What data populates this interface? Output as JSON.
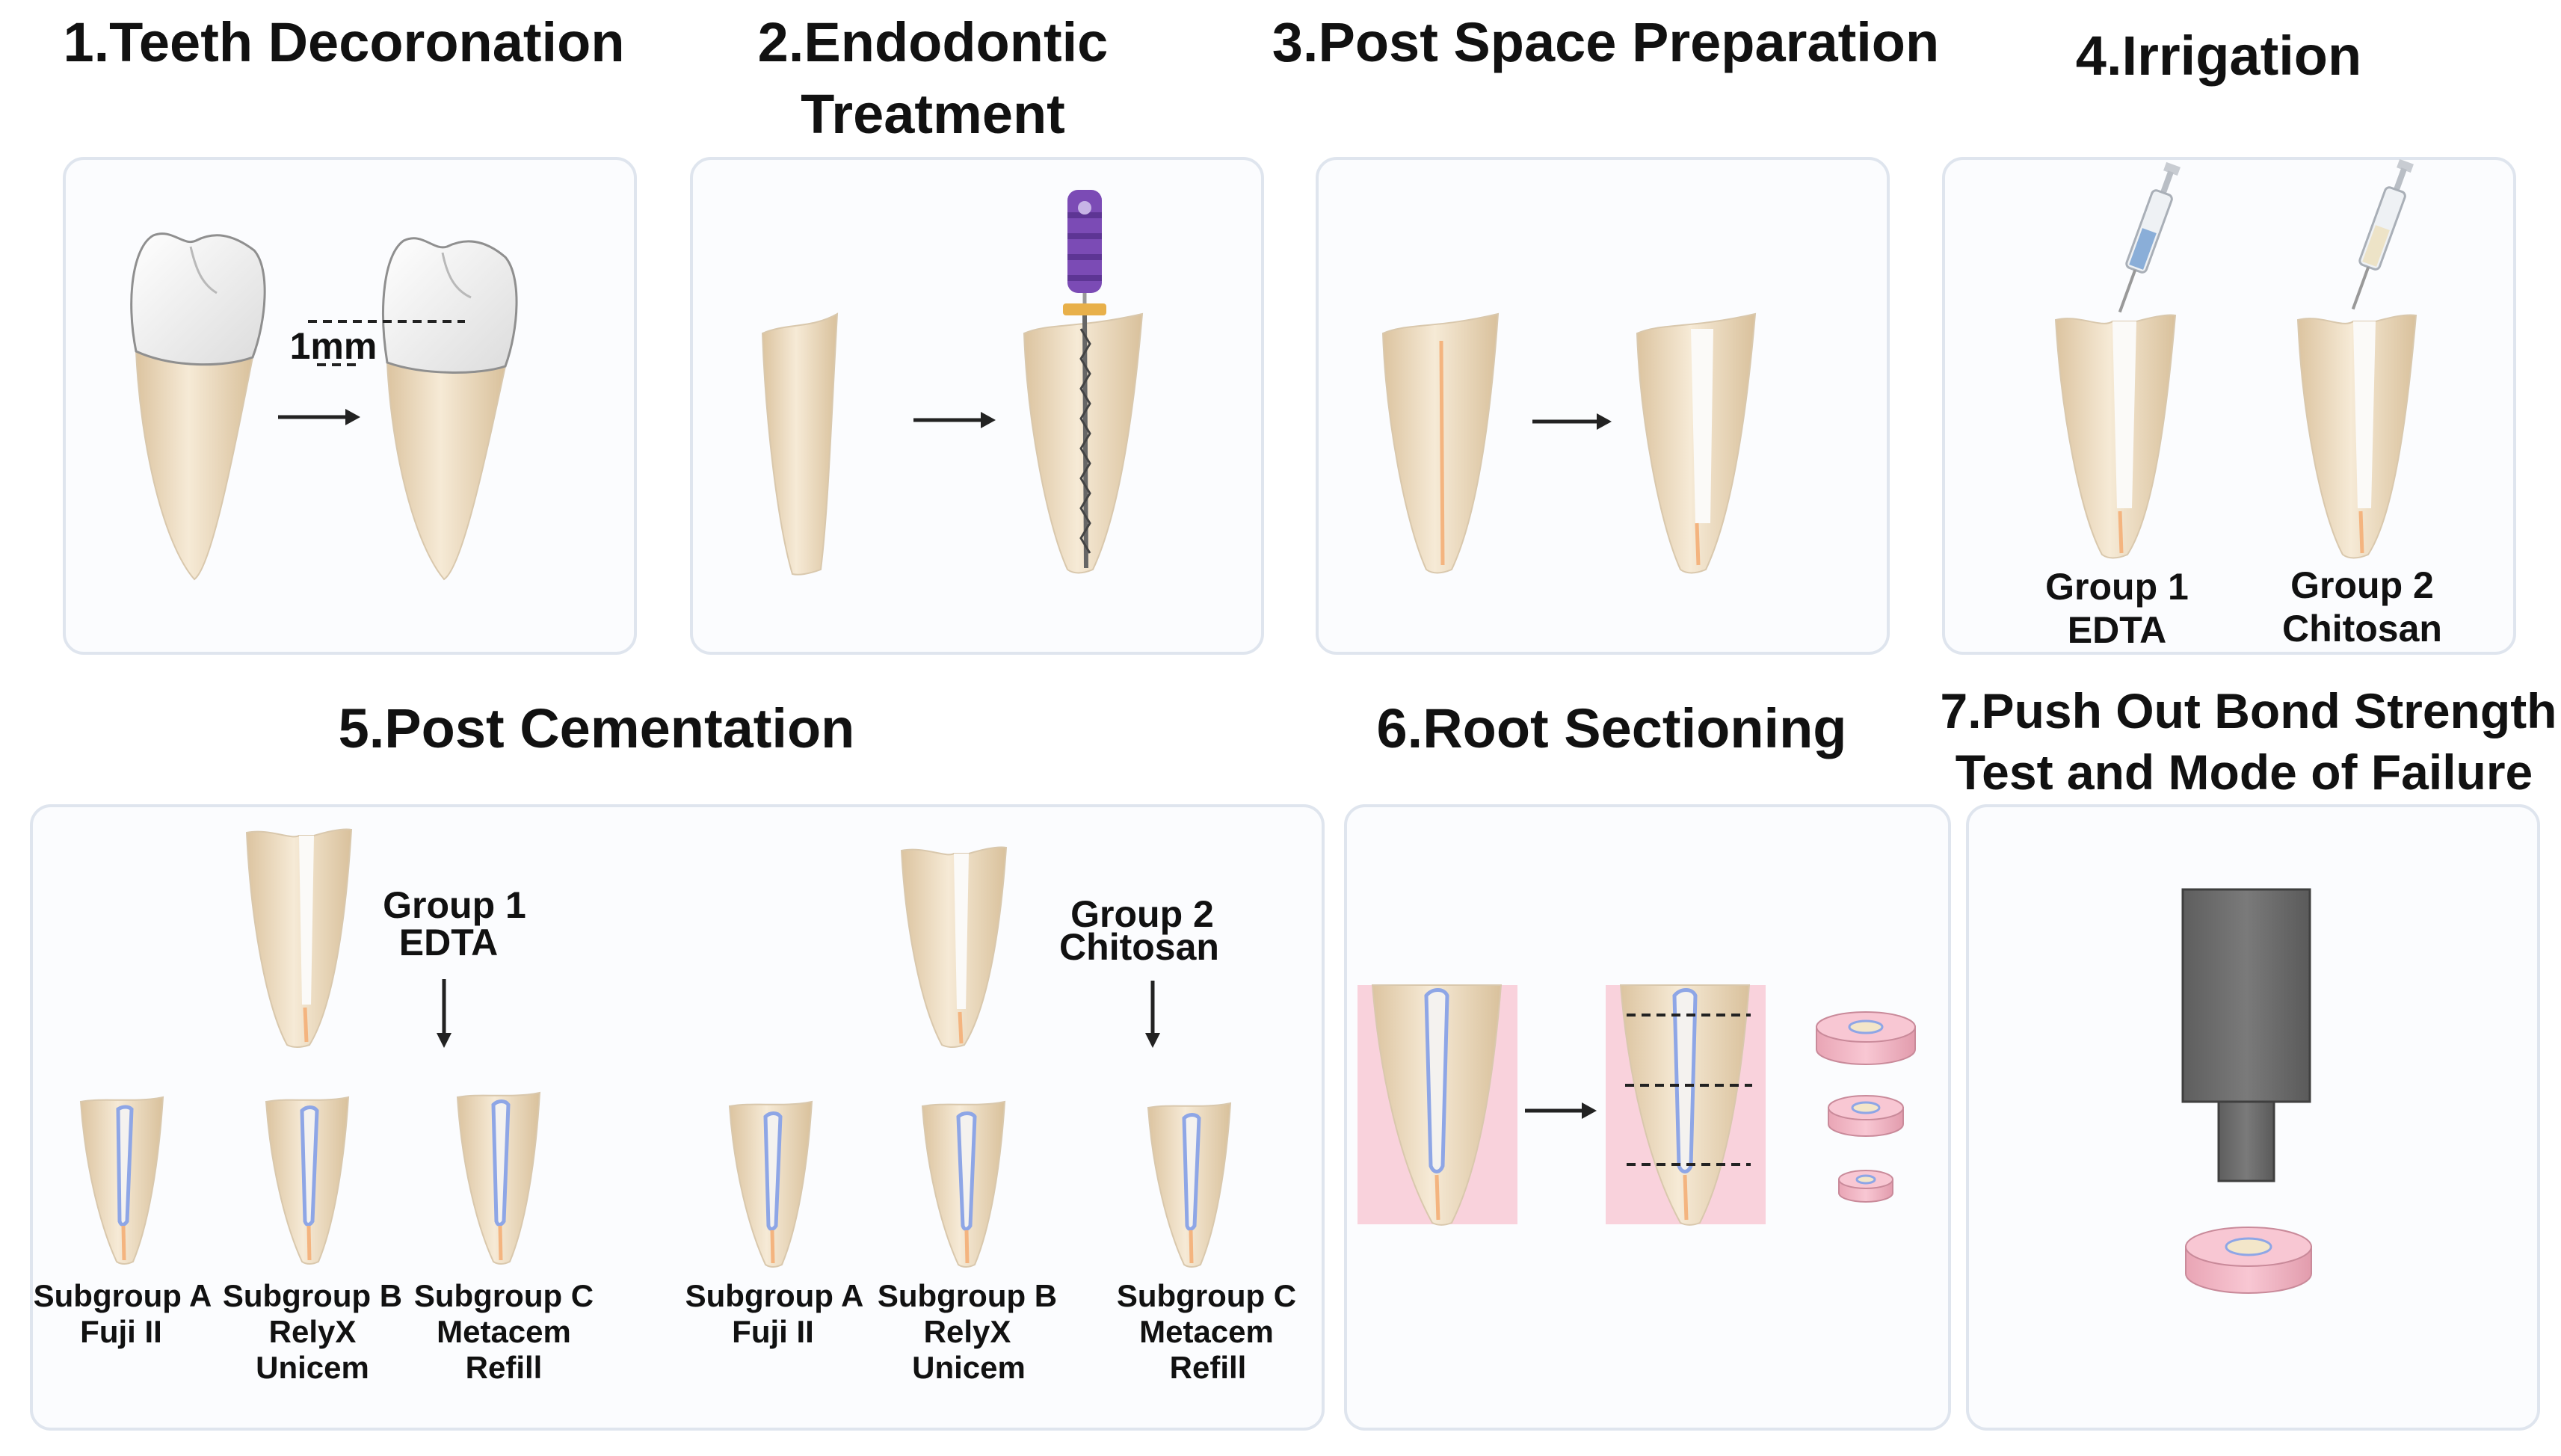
{
  "steps": {
    "s1": {
      "title": "1.Teeth Decoronation",
      "measure": "1mm"
    },
    "s2": {
      "title_line1": "2.Endodontic",
      "title_line2": "Treatment"
    },
    "s3": {
      "title": "3.Post Space Preparation"
    },
    "s4": {
      "title": "4.Irrigation",
      "group1_line1": "Group 1",
      "group1_line2": "EDTA",
      "group2_line1": "Group 2",
      "group2_line2": "Chitosan"
    },
    "s5": {
      "title": "5.Post Cementation",
      "group1_line1": "Group 1",
      "group1_line2": "EDTA",
      "group2_line1": "Group 2",
      "group2_line2": "Chitosan",
      "subgroups": [
        {
          "line1": "Subgroup A",
          "line2": "Fuji II",
          "line3": ""
        },
        {
          "line1": "Subgroup B",
          "line2": "RelyX",
          "line3": "Unicem"
        },
        {
          "line1": "Subgroup C",
          "line2": "Metacem",
          "line3": "Refill"
        }
      ]
    },
    "s6": {
      "title": "6.Root Sectioning"
    },
    "s7": {
      "title_line1": "7.Push Out Bond Strength",
      "title_line2": "Test and Mode of Failure"
    }
  },
  "colors": {
    "panel_fill": "#fbfcfe",
    "panel_border": "#dfe5ee",
    "root": "#ecd9bd",
    "canal": "#f4b47f",
    "post_outline": "#8ea6e6",
    "section_bg": "#f9d2dc",
    "plunger": "#6b6b6b",
    "file_handle": "#7b4bb5"
  }
}
